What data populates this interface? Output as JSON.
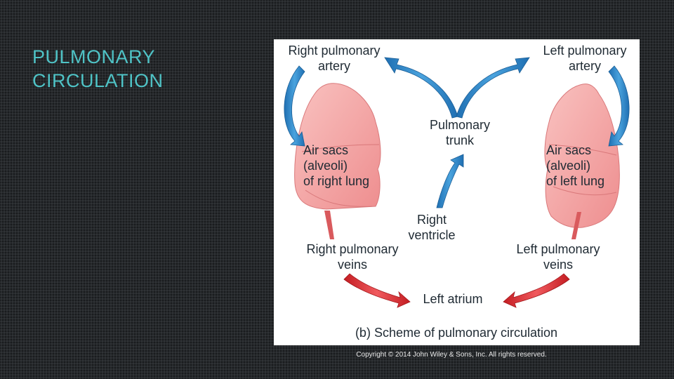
{
  "slide": {
    "title_lines": [
      "PULMONARY",
      "CIRCULATION"
    ],
    "copyright": "Copyright © 2014 John Wiley & Sons, Inc. All rights reserved."
  },
  "diagram": {
    "caption": "(b) Scheme of pulmonary circulation",
    "labels": {
      "right_pulmonary_artery": [
        "Right pulmonary",
        "artery"
      ],
      "left_pulmonary_artery": [
        "Left pulmonary",
        "artery"
      ],
      "pulmonary_trunk": [
        "Pulmonary",
        "trunk"
      ],
      "right_lung_air_sacs": [
        "Air sacs",
        "(alveoli)",
        "of right lung"
      ],
      "left_lung_air_sacs": [
        "Air sacs",
        "(alveoli)",
        "of left lung"
      ],
      "right_ventricle": [
        "Right",
        "ventricle"
      ],
      "right_pulmonary_veins": [
        "Right pulmonary",
        "veins"
      ],
      "left_pulmonary_veins": [
        "Left pulmonary",
        "veins"
      ],
      "left_atrium": [
        "Left atrium"
      ]
    },
    "colors": {
      "oxygen_poor_arrow": "#2f86c8",
      "oxygen_rich_arrow": "#e2262b",
      "lung": "#f4a3a3",
      "title_accent": "#4fc3c6"
    }
  }
}
